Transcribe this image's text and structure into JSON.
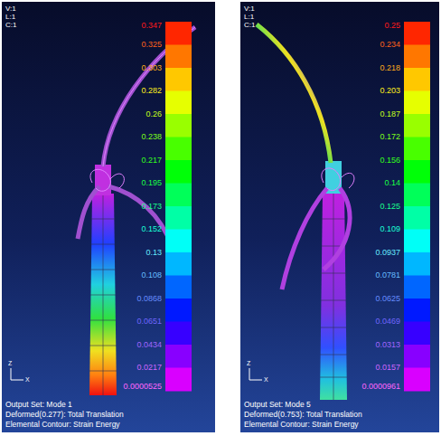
{
  "diagram": {
    "labels": [
      "V:1",
      "L:1",
      "C:1",
      "0.347",
      "0.325",
      "0.303",
      "0.282",
      "0.26",
      "0.238",
      "0.217",
      "0.195",
      "0.173",
      "0.152",
      "0.13",
      "0.108",
      "0.0868",
      "0.0651",
      "0.0434",
      "0.0217",
      "0.0000525",
      "Output Set: Mode 1",
      "Deformed(0.277): Total Translation",
      "Elemental Contour: Strain Energy",
      "Z",
      "X",
      "V:1",
      "L:1",
      "C:1",
      "0.25",
      "0.234",
      "0.218",
      "0.203",
      "0.187",
      "0.172",
      "0.156",
      "0.14",
      "0.125",
      "0.109",
      "0.0937",
      "0.0781",
      "0.0625",
      "0.0469",
      "0.0313",
      "0.0157",
      "0.0000961",
      "Output Set: Mode 5",
      "Deformed(0.753): Total Translation",
      "Elemental Contour: Strain Energy",
      "Z",
      "X"
    ]
  }
}
